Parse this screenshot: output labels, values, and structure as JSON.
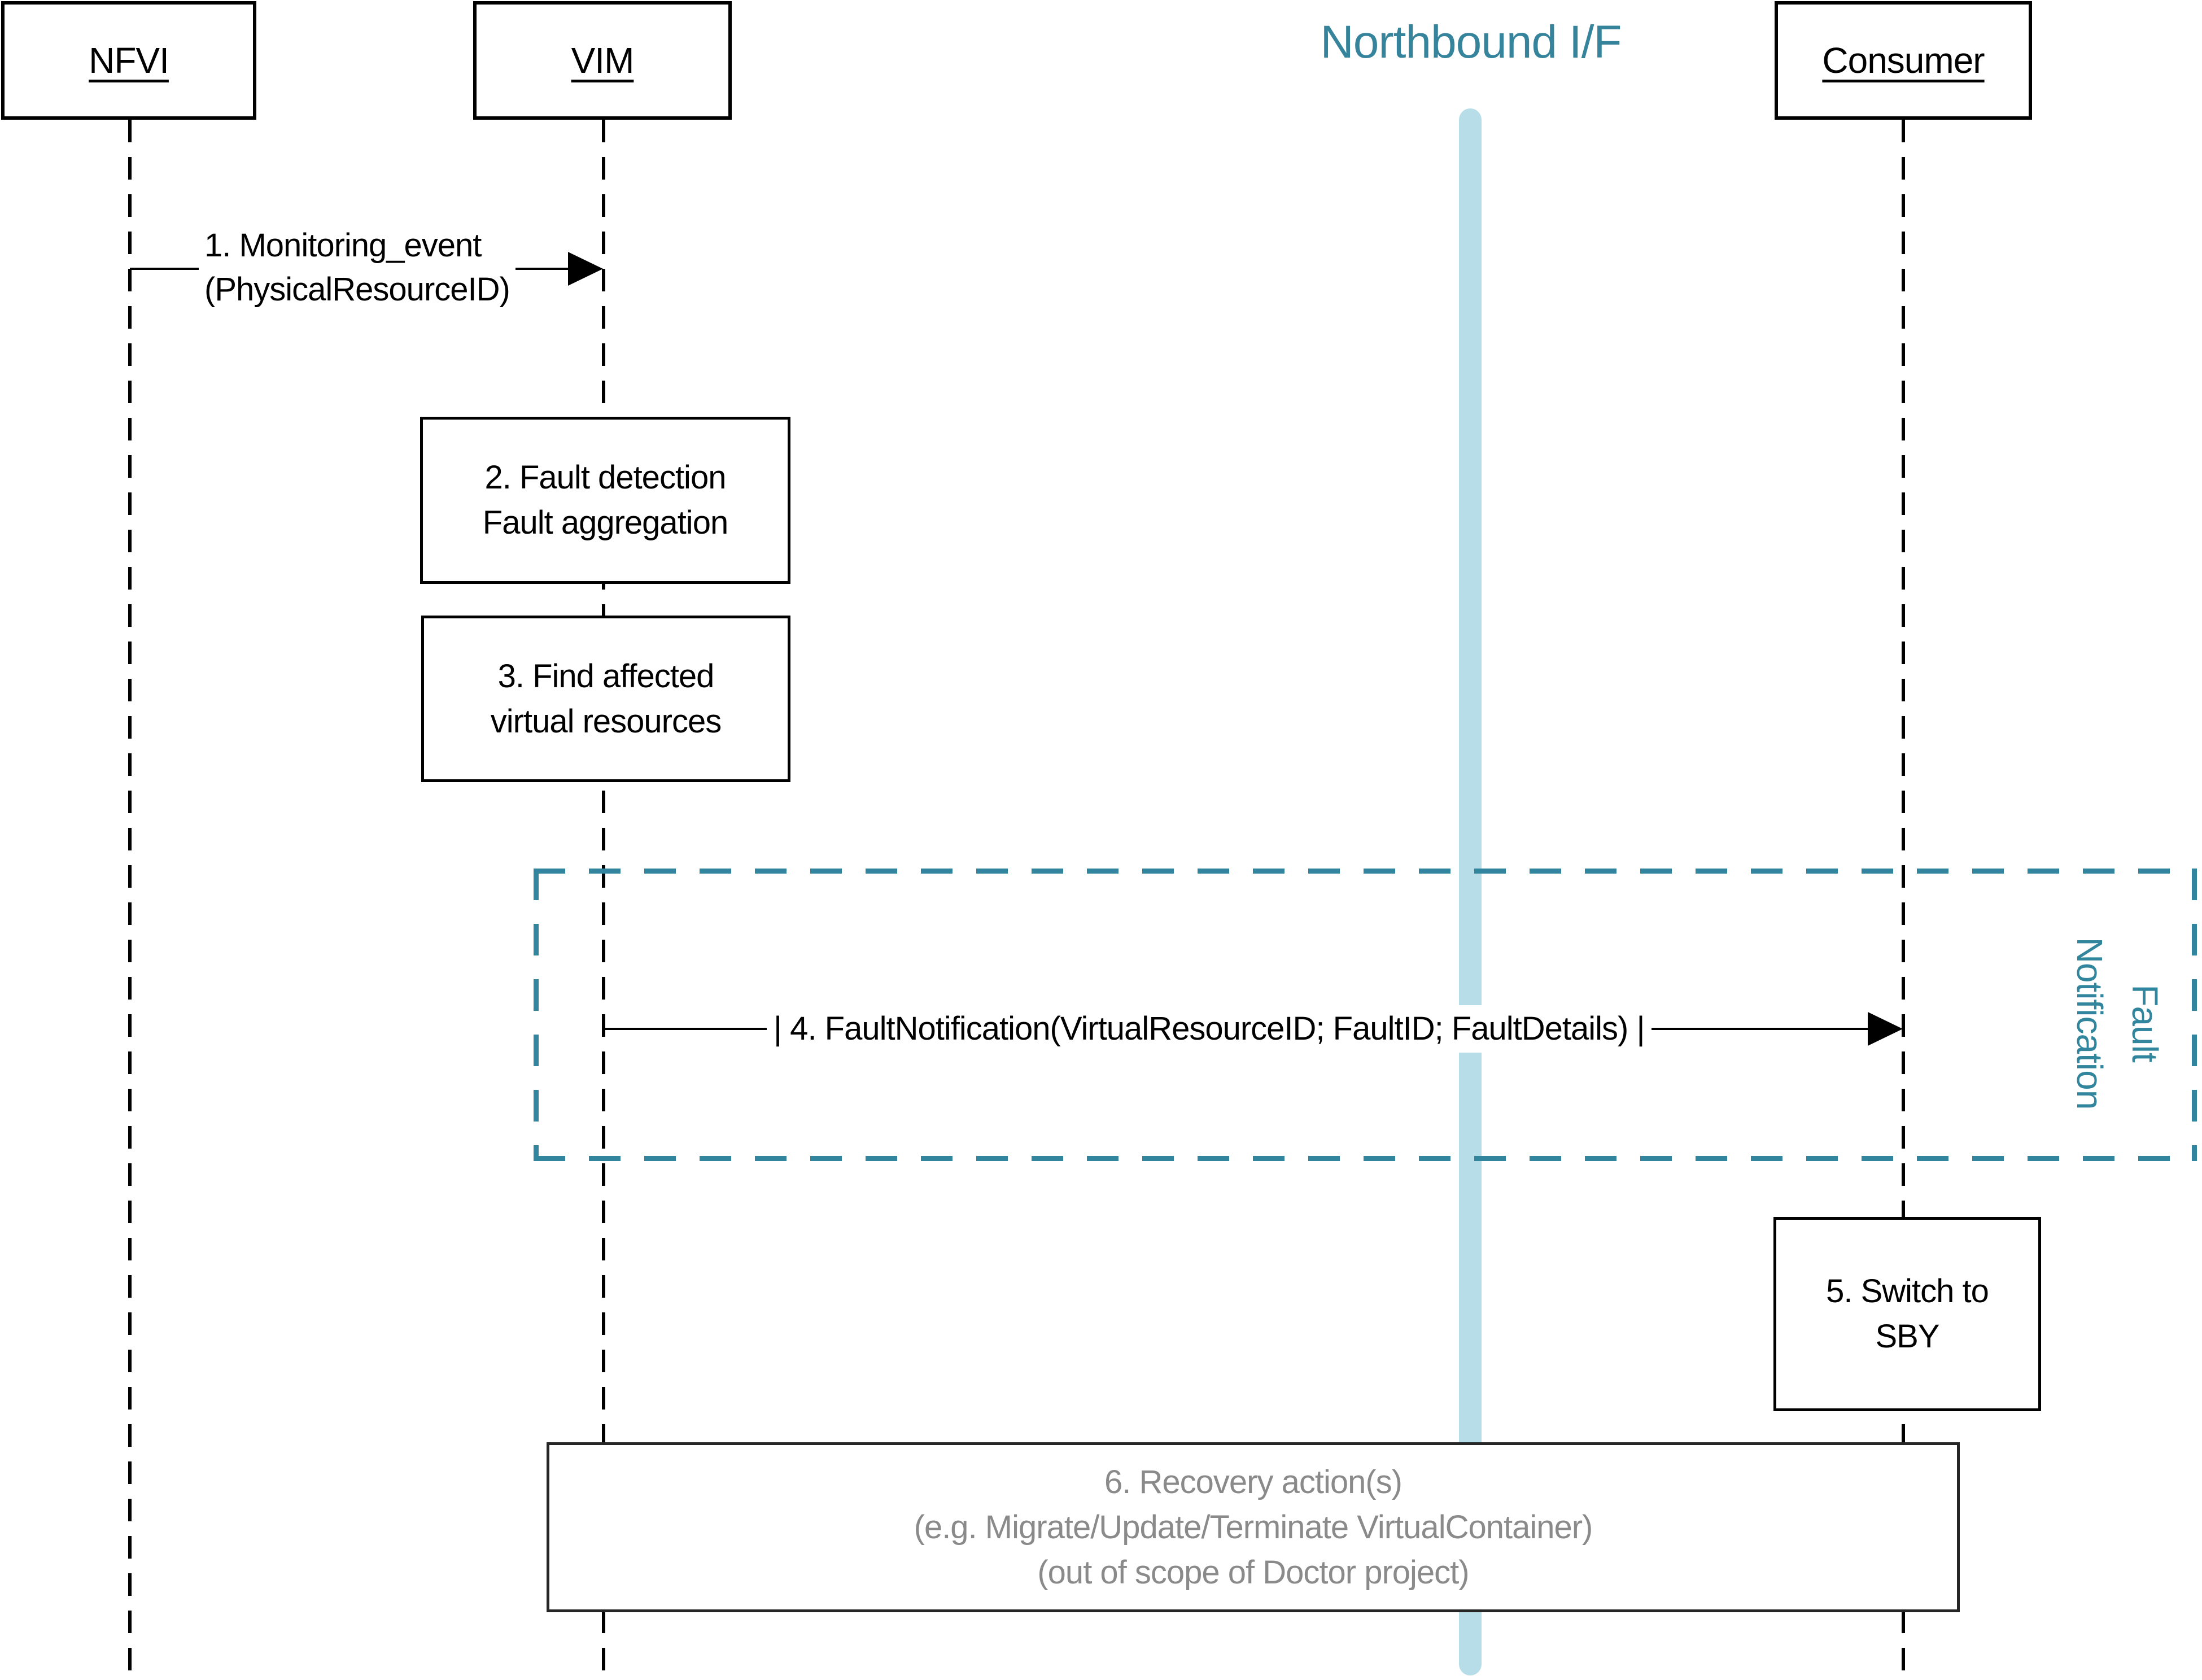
{
  "title": "Northbound I/F",
  "actors": [
    {
      "label": "NFVI"
    },
    {
      "label": "VIM"
    },
    {
      "label": "Consumer"
    }
  ],
  "messages": {
    "monitoring_event": {
      "line1": "1. Monitoring_event",
      "line2": "(PhysicalResourceID)"
    },
    "fault_notification": {
      "label": "| 4. FaultNotification(VirtualResourceID; FaultID; FaultDetails) |"
    }
  },
  "steps": {
    "fault_detection": {
      "line1": "2. Fault detection",
      "line2": "Fault aggregation"
    },
    "find_affected": {
      "line1": "3. Find affected",
      "line2": "virtual resources"
    },
    "switch_to_sby": {
      "line1": "5. Switch to",
      "line2": "SBY"
    },
    "recovery_action": {
      "line1": "6. Recovery action(s)",
      "line2": "(e.g. Migrate/Update/Terminate VirtualContainer)",
      "line3": "(out of scope of Doctor project)"
    }
  },
  "frame": {
    "line1": "Fault",
    "line2": "Notification"
  },
  "colors": {
    "teal": "#31859C",
    "teal_title": "#35849C",
    "interface_bar": "#B7DEE8",
    "grey_text": "#8A8A8A",
    "dark_border": "#262626",
    "black": "#000000"
  }
}
